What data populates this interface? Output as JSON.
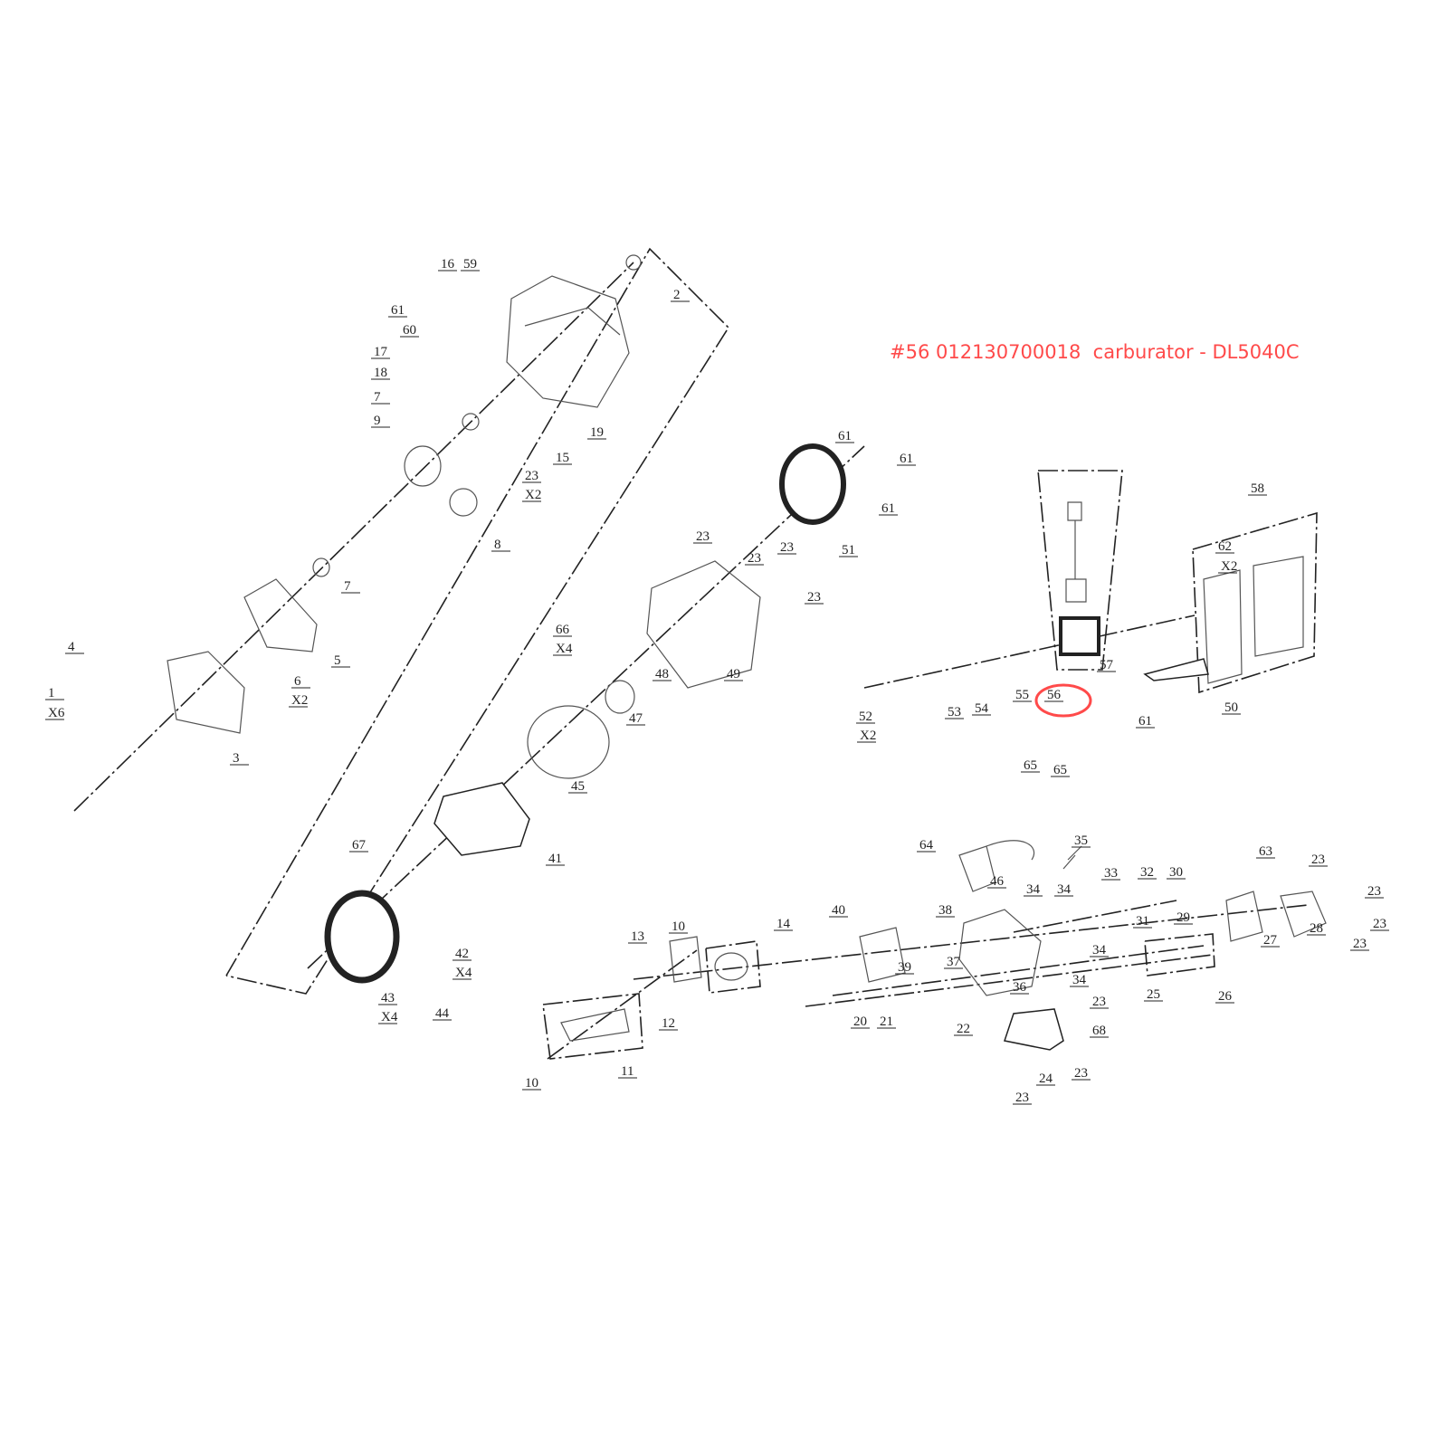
{
  "title": "#56 012130700018  carburator - DL5040C",
  "highlight_color": "#ff4a4a",
  "highlighted_part": "56",
  "callouts": [
    "16",
    "59",
    "61",
    "60",
    "17",
    "18",
    "7",
    "9",
    "2",
    "19",
    "15",
    "23",
    "X2",
    "8",
    "7",
    "5",
    "6",
    "X2",
    "4",
    "1",
    "X6",
    "3",
    "61",
    "61",
    "61",
    "51",
    "23",
    "23",
    "23",
    "23",
    "49",
    "66",
    "X4",
    "48",
    "47",
    "45",
    "41",
    "67",
    "42",
    "X4",
    "43",
    "X4",
    "44",
    "58",
    "62",
    "X2",
    "57",
    "56",
    "55",
    "54",
    "53",
    "52",
    "X2",
    "61",
    "50",
    "65",
    "65",
    "35",
    "64",
    "46",
    "33",
    "32",
    "30",
    "34",
    "34",
    "63",
    "23",
    "23",
    "23",
    "23",
    "28",
    "27",
    "29",
    "31",
    "40",
    "38",
    "37",
    "39",
    "36",
    "34",
    "34",
    "25",
    "26",
    "23",
    "68",
    "20",
    "21",
    "22",
    "24",
    "23",
    "23",
    "13",
    "10",
    "14",
    "12",
    "11",
    "10"
  ]
}
